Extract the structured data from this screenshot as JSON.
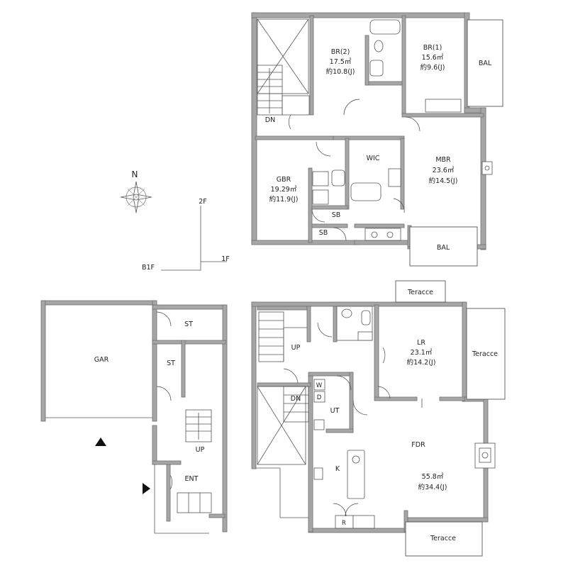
{
  "compass": {
    "north_label": "N"
  },
  "levels": {
    "b1f": "B1F",
    "f1": "1F",
    "f2": "2F"
  },
  "floor_2f": {
    "br2": {
      "name": "BR(2)",
      "area": "17.5㎡",
      "jyo": "約10.8(J)"
    },
    "br1": {
      "name": "BR(1)",
      "area": "15.6㎡",
      "jyo": "約9.6(J)"
    },
    "bal_top": "BAL",
    "dn": "DN",
    "wic": "WIC",
    "gbr": {
      "name": "GBR",
      "area": "19.29㎡",
      "jyo": "約11.9(J)"
    },
    "mbr": {
      "name": "MBR",
      "area": "23.6㎡",
      "jyo": "約14.5(J)"
    },
    "sb1": "SB",
    "sb2": "SB",
    "bal_bottom": "BAL"
  },
  "floor_b1f": {
    "gar": "GAR",
    "st1": "ST",
    "st2": "ST",
    "up": "UP",
    "ent": "ENT"
  },
  "floor_1f": {
    "terrace_top": "Teracce",
    "terrace_right": "Teracce",
    "terrace_bottom": "Teracce",
    "lr": {
      "name": "LR",
      "area": "23.1㎡",
      "jyo": "約14.2(J)"
    },
    "up": "UP",
    "dn": "DN",
    "ut": "UT",
    "w": "W",
    "d": "D",
    "fdr": {
      "name": "FDR",
      "area": "55.8㎡",
      "jyo": "約34.4(J)"
    },
    "k": "K",
    "r": "R"
  },
  "icons": [
    "compass-rose-icon",
    "entrance-arrow-icon",
    "fireplace-icon"
  ]
}
